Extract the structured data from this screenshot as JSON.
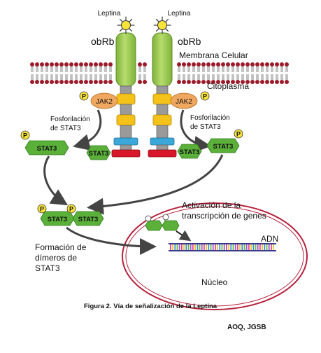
{
  "labels": {
    "leptina_left": "Leptina",
    "leptina_right": "Leptina",
    "obrb_left": "obRb",
    "obrb_right": "obRb",
    "membrane": "Membrana Celular",
    "cytoplasm": "Citoplasma",
    "jak2_left": "JAK2",
    "jak2_right": "JAK2",
    "phos_left_1": "Fosforilación",
    "phos_left_2": "de STAT3",
    "phos_right_1": "Fosforilación",
    "phos_right_2": "de STAT3",
    "stat3": "STAT3",
    "p": "P",
    "dimer_1": "Formación de",
    "dimer_2": "dímeros de",
    "dimer_3": "STAT3",
    "activation_1": "Activación de la",
    "activation_2": "transcripción de genes",
    "adn": "ADN",
    "nucleo": "Núcleo",
    "caption": "Figura 2. Vía de señalización de la Leptina",
    "credit": "AOQ, JGSB"
  },
  "colors": {
    "receptor_green": "#9dcc4e",
    "jak_orange": "#f0a860",
    "yellow_block": "#f5c21a",
    "gray_block": "#9a9a9a",
    "blue_block": "#3aa8d8",
    "red_block": "#d8182a",
    "stat3_green": "#5bb03a",
    "nucleus_border": "#b5213a",
    "lipid_head": "#9b1b2b"
  }
}
